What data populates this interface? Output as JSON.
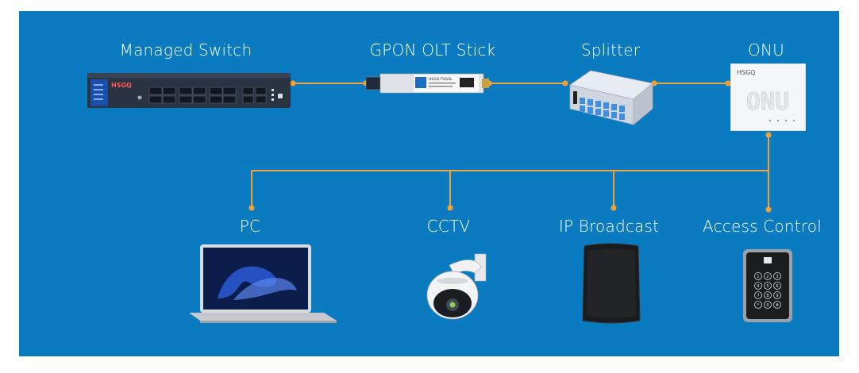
{
  "diagram": {
    "colors": {
      "background": "#0a7bc0",
      "line": "#f4a135",
      "label": "#ffffff"
    },
    "top_row": [
      {
        "id": "switch",
        "label": "Managed Switch",
        "brand": "HSGQ",
        "icon": "rack-switch-icon"
      },
      {
        "id": "olt",
        "label": "GPON OLT Stick",
        "part": "HSGQ-TSAOL",
        "icon": "sfp-module-icon"
      },
      {
        "id": "splitter",
        "label": "Splitter",
        "icon": "fiber-splitter-icon"
      },
      {
        "id": "onu",
        "label": "ONU",
        "brand": "HSGQ",
        "face_text": "ONU",
        "icon": "onu-router-icon"
      }
    ],
    "bottom_row": [
      {
        "id": "pc",
        "label": "PC",
        "icon": "laptop-icon"
      },
      {
        "id": "cctv",
        "label": "CCTV",
        "icon": "dome-camera-icon"
      },
      {
        "id": "broadcast",
        "label": "IP Broadcast",
        "icon": "speaker-icon"
      },
      {
        "id": "access",
        "label": "Access Control",
        "icon": "keypad-icon"
      }
    ],
    "keypad_keys": [
      "1",
      "2",
      "3",
      "4",
      "5",
      "6",
      "7",
      "8",
      "9",
      "*",
      "0",
      "#"
    ]
  }
}
